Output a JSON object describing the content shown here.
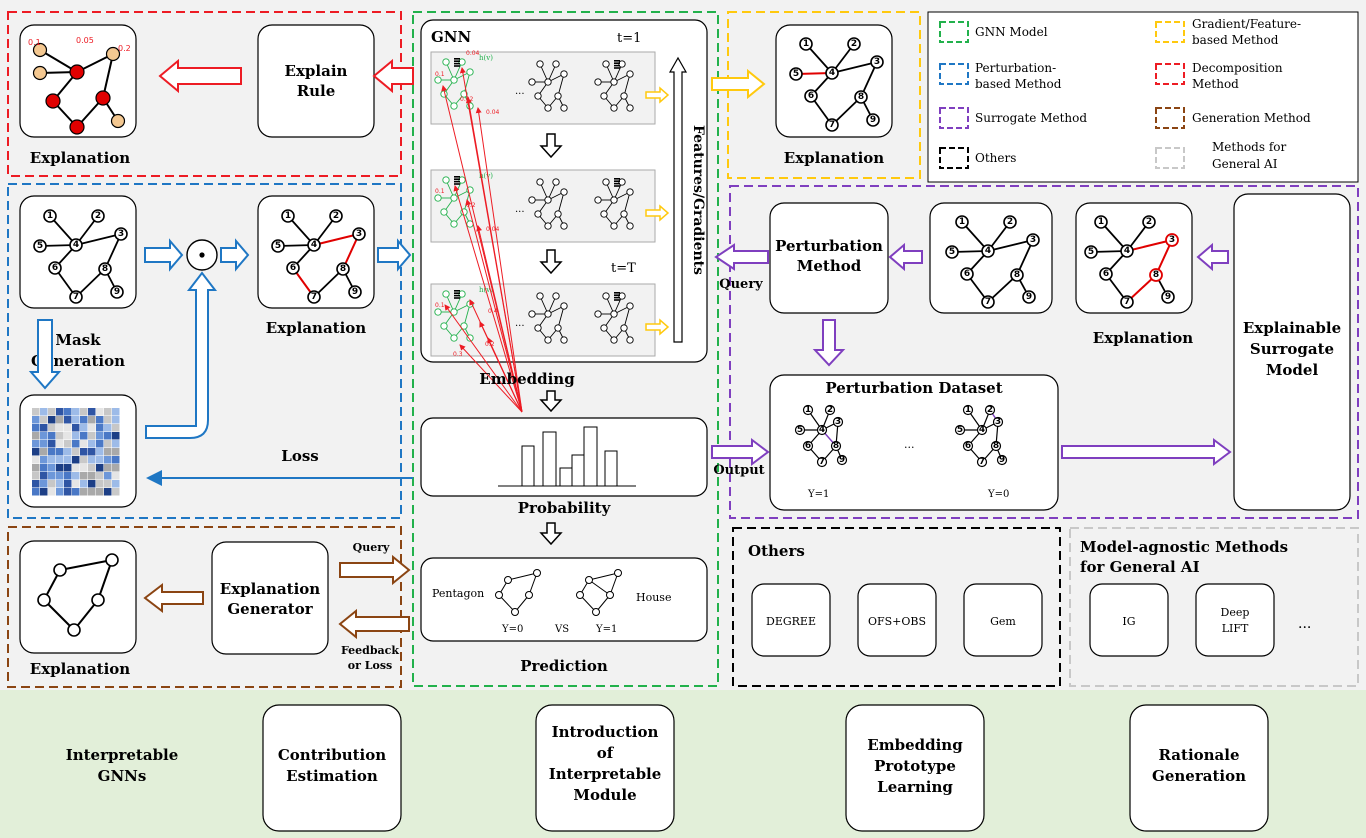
{
  "colors": {
    "gnn": "#22b14c",
    "gradient": "#ffc90e",
    "perturbation": "#1f77c4",
    "decomposition": "#ed1c24",
    "surrogate": "#7f3fbf",
    "generation": "#8b4513",
    "others": "#000000",
    "general_ai": "#c8c8c8",
    "bottom_bg": "#e2efd9",
    "panel_bg": "#f2f2f2"
  },
  "decomposition": {
    "explain_rule": "Explain Rule",
    "explanation": "Explanation",
    "scores": [
      "0.1",
      "0.05",
      "0.2"
    ]
  },
  "perturbation": {
    "mask_generation": "Mask Generation",
    "explanation": "Explanation",
    "loss": "Loss"
  },
  "generation": {
    "explanation": "Explanation",
    "generator": "Explanation Generator",
    "query": "Query",
    "feedback": "Feedback or Loss"
  },
  "gnn": {
    "title": "GNN",
    "t_first": "t=1",
    "t_last": "t=T",
    "hv": "h(v)",
    "ellipsis": "...",
    "features_gradients": "Features/Gradients",
    "embedding": "Embedding",
    "probability": "Probability",
    "prediction": "Prediction",
    "pred_pentagon": "Pentagon",
    "pred_house": "House",
    "pred_vs": "VS",
    "pred_y0": "Y=0",
    "pred_y1": "Y=1",
    "red_values": [
      "0.04",
      "0.1",
      "0.02",
      "0.04",
      "0.1",
      "0.2",
      "0.04",
      "0.1",
      "0.4",
      "0.2",
      "0.3"
    ]
  },
  "gradient": {
    "explanation": "Explanation"
  },
  "legend": {
    "items": [
      "GNN Model",
      "Gradient/Feature-based Method",
      "Perturbation-based Method",
      "Decomposition Method",
      "Surrogate Method",
      "Generation Method",
      "Others",
      "Methods for General AI"
    ]
  },
  "surrogate": {
    "query": "Query",
    "output": "Output",
    "perturbation_method": "Perturbation Method",
    "explanation": "Explanation",
    "explainable_surrogate_model": "Explainable Surrogate Model",
    "perturbation_dataset": "Perturbation Dataset",
    "y1": "Y=1",
    "y0": "Y=0",
    "ellipsis": "..."
  },
  "others": {
    "title": "Others",
    "methods": [
      "DEGREE",
      "OFS+OBS",
      "Gem"
    ]
  },
  "general_ai": {
    "title": "Model-agnostic Methods for General AI",
    "methods": [
      "IG",
      "Deep LIFT"
    ],
    "ellipsis": "..."
  },
  "interpretable": {
    "title": "Interpretable GNNs",
    "items": [
      "Contribution Estimation",
      "Introduction of Interpretable Module",
      "Embedding Prototype Learning",
      "Rationale Generation"
    ]
  },
  "graph_node_labels": [
    "1",
    "2",
    "3",
    "4",
    "5",
    "6",
    "7",
    "8",
    "9"
  ]
}
